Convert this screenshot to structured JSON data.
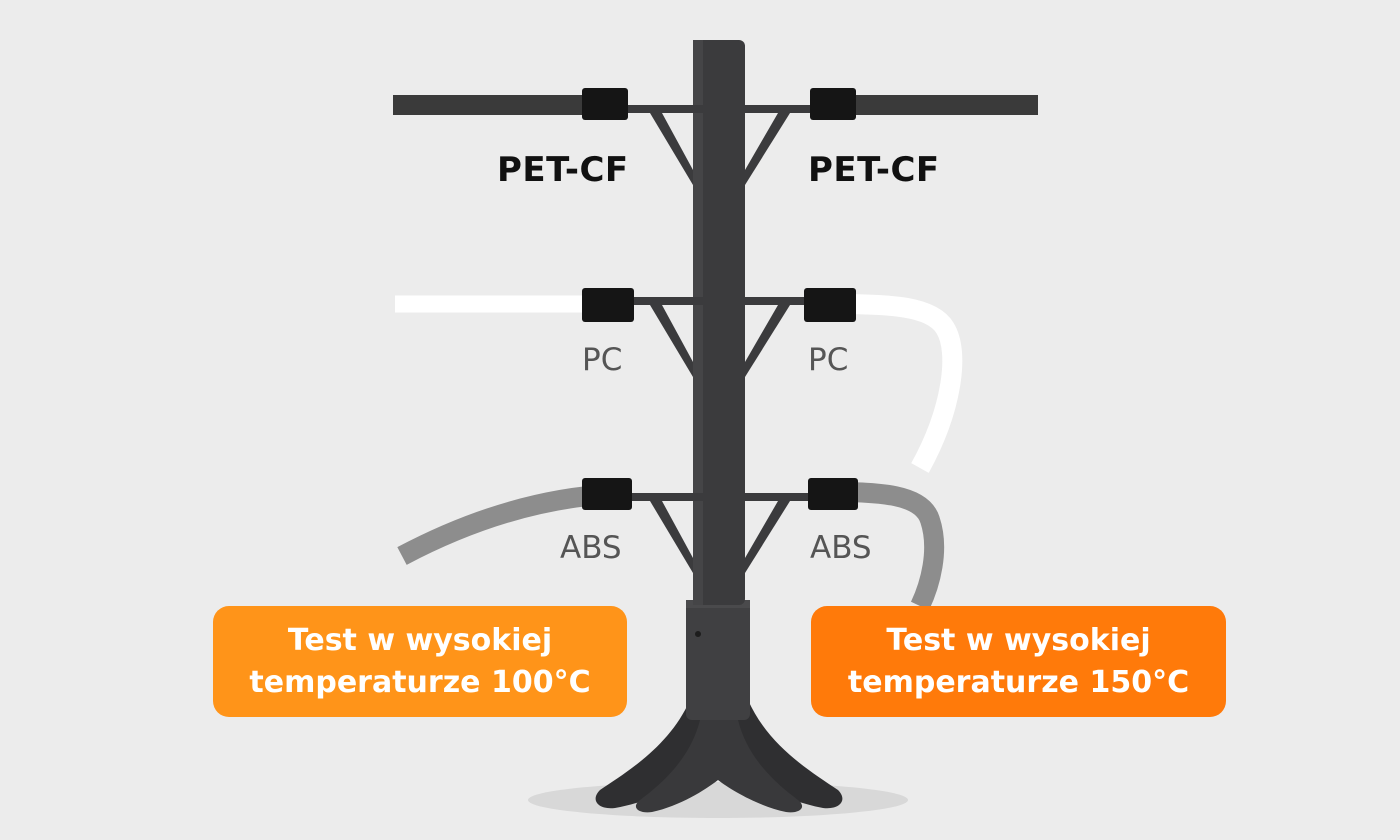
{
  "labels": {
    "top_left": "PET-CF",
    "top_right": "PET-CF",
    "mid_left": "PC",
    "mid_right": "PC",
    "low_left": "ABS",
    "low_right": "ABS"
  },
  "badges": {
    "left": {
      "line1": "Test w wysokiej",
      "line2": "temperaturze 100°C",
      "color": "#FF9419"
    },
    "right": {
      "line1": "Test w wysokiej",
      "line2": "temperaturze 150°C",
      "color": "#FF7A0A"
    }
  },
  "colors": {
    "background": "#ececec",
    "stand": "#3b3b3d",
    "clamp": "#151515",
    "strip_petcf": "#3a3a3a",
    "strip_pc": "#ffffff",
    "strip_abs": "#8d8d8d"
  }
}
